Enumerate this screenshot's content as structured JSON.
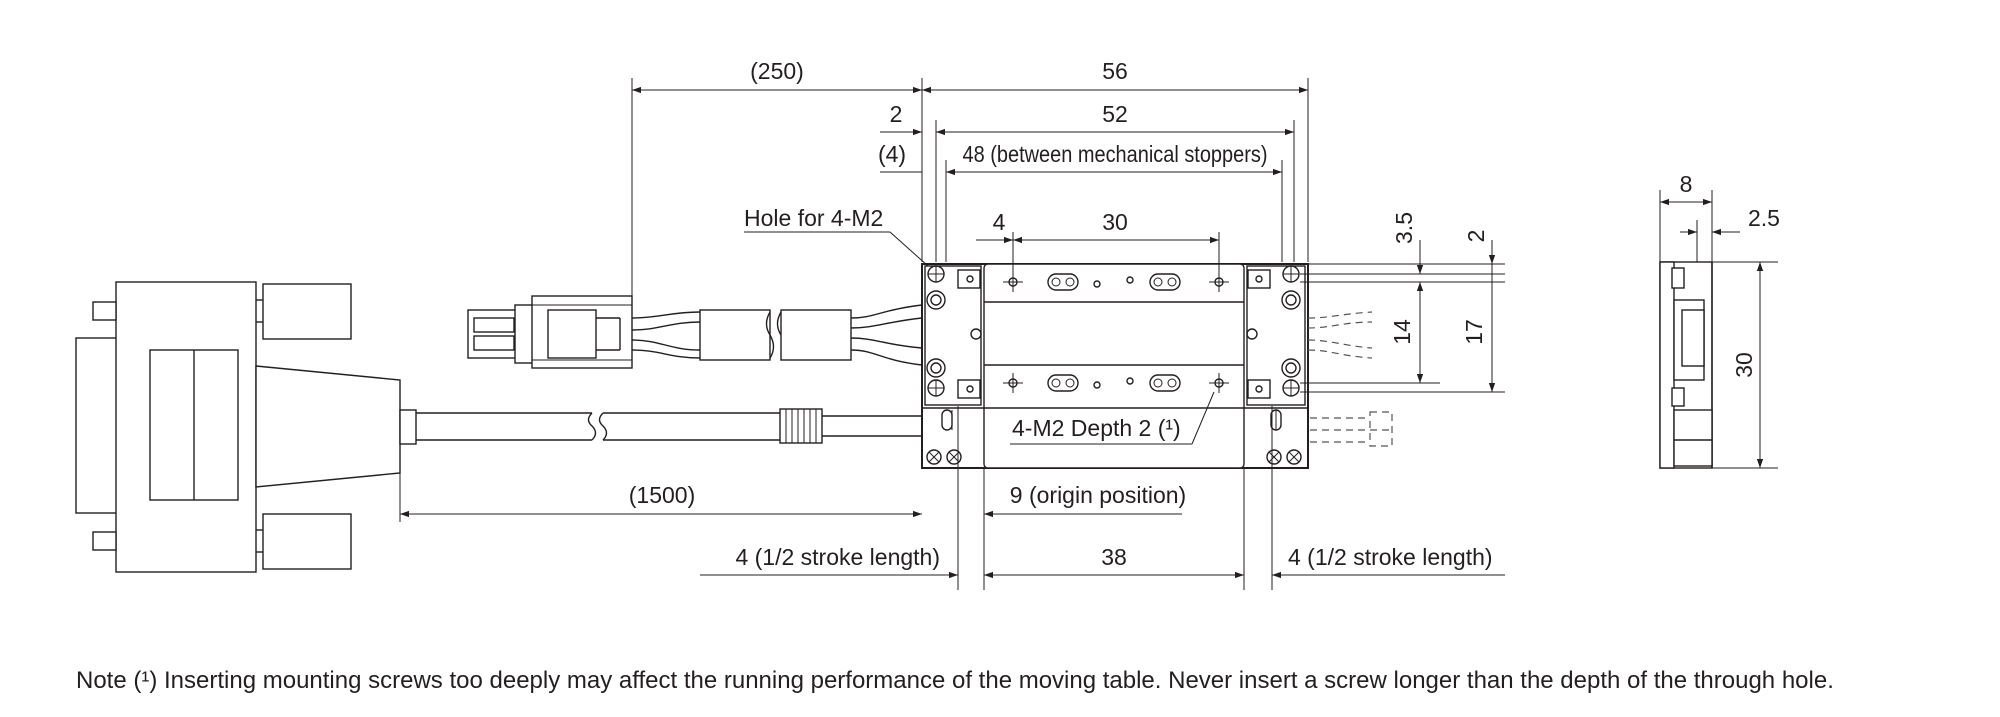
{
  "dimensions": {
    "d250": "(250)",
    "d56": "56",
    "d2a": "2",
    "d52": "52",
    "d4p": "(4)",
    "d48": "48 (between mechanical stoppers)",
    "d4": "4",
    "d30": "30",
    "d3_5": "3.5",
    "d2b": "2",
    "d14": "14",
    "d17": "17",
    "d1500": "(1500)",
    "d9": "9 (origin position)",
    "dstroke_left": "4 (1/2 stroke length)",
    "d38": "38",
    "dstroke_right": "4 (1/2 stroke length)",
    "side_8": "8",
    "side_2_5": "2.5",
    "side_30": "30"
  },
  "labels": {
    "hole": "Hole for 4-M2",
    "depth": "4-M2 Depth 2 (¹)"
  },
  "note": "Note  (¹) Inserting mounting screws too deeply may affect the running performance of the moving table. Never insert a screw longer than the depth of the through hole."
}
